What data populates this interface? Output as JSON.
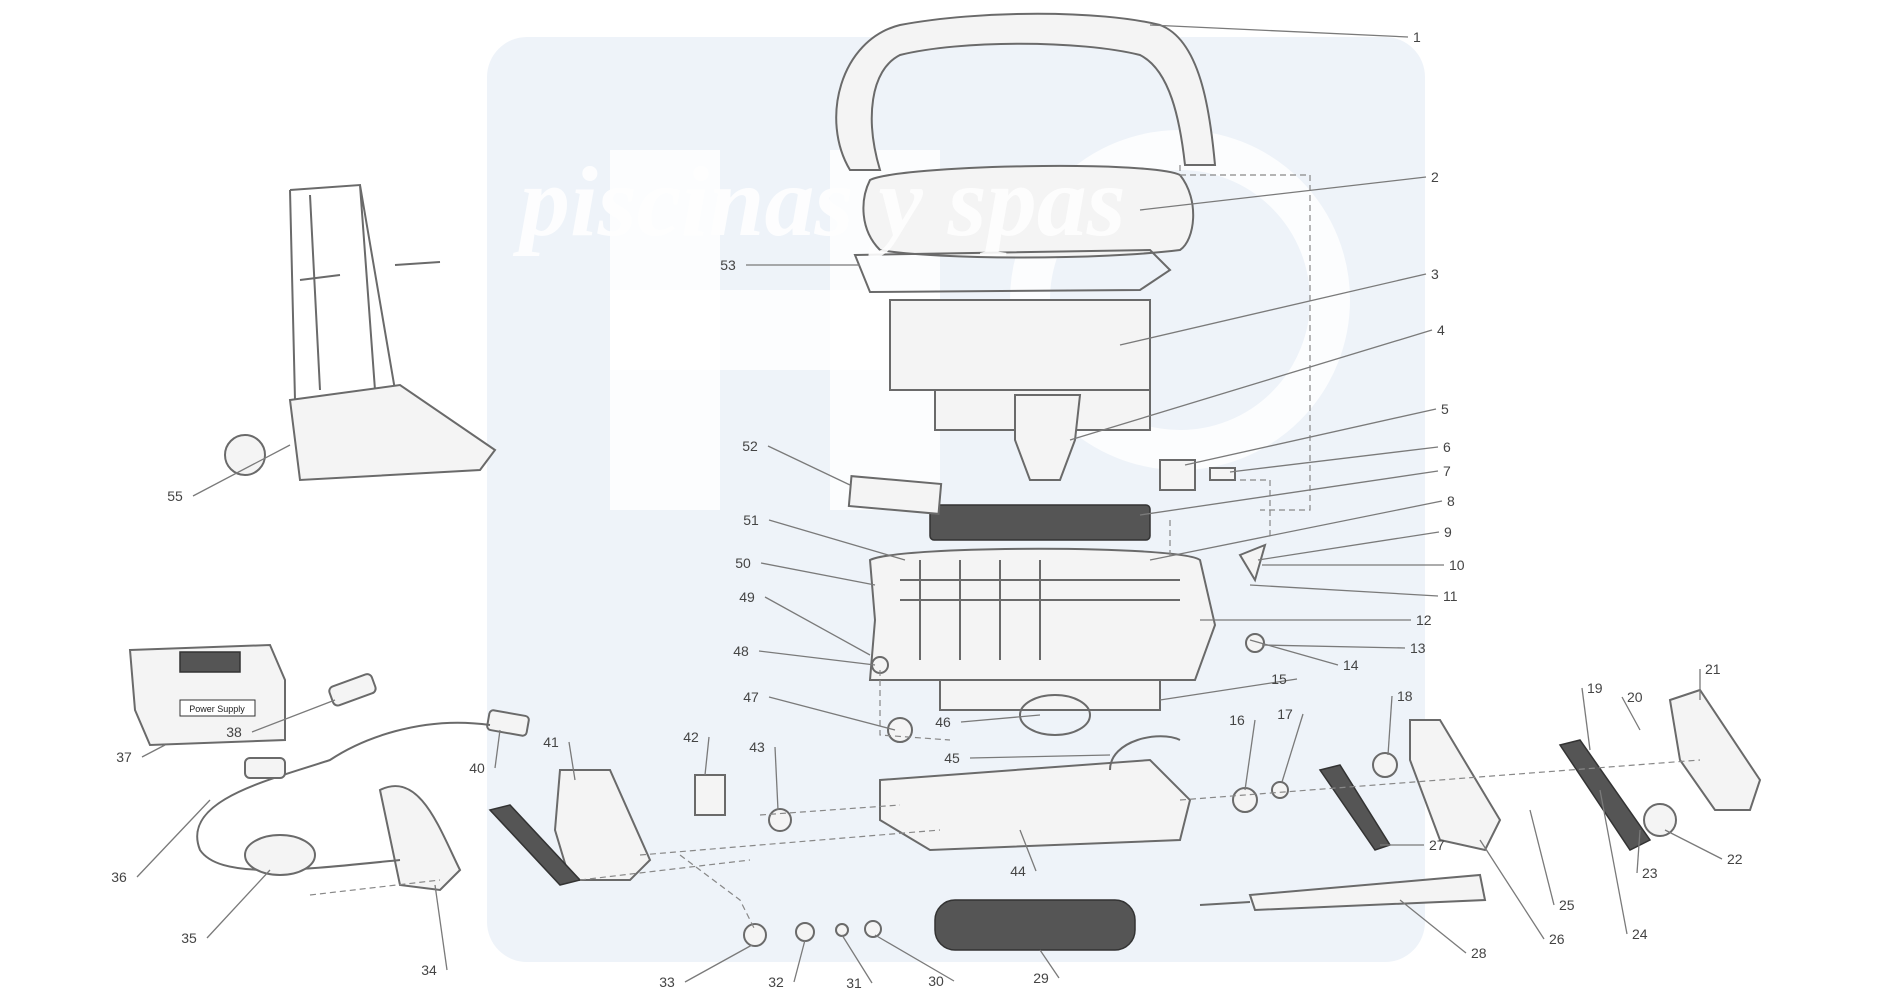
{
  "diagram": {
    "type": "exploded parts diagram",
    "watermark_text": "piscinas y spas",
    "power_supply_label": "Power Supply",
    "part_numbers": [
      "1",
      "2",
      "3",
      "4",
      "5",
      "6",
      "7",
      "8",
      "9",
      "10",
      "11",
      "12",
      "13",
      "14",
      "15",
      "16",
      "17",
      "18",
      "19",
      "20",
      "21",
      "22",
      "23",
      "24",
      "25",
      "26",
      "27",
      "28",
      "29",
      "30",
      "31",
      "32",
      "33",
      "34",
      "35",
      "36",
      "37",
      "38",
      "40",
      "41",
      "42",
      "43",
      "44",
      "45",
      "46",
      "47",
      "48",
      "49",
      "50",
      "51",
      "52",
      "53",
      "55"
    ]
  }
}
